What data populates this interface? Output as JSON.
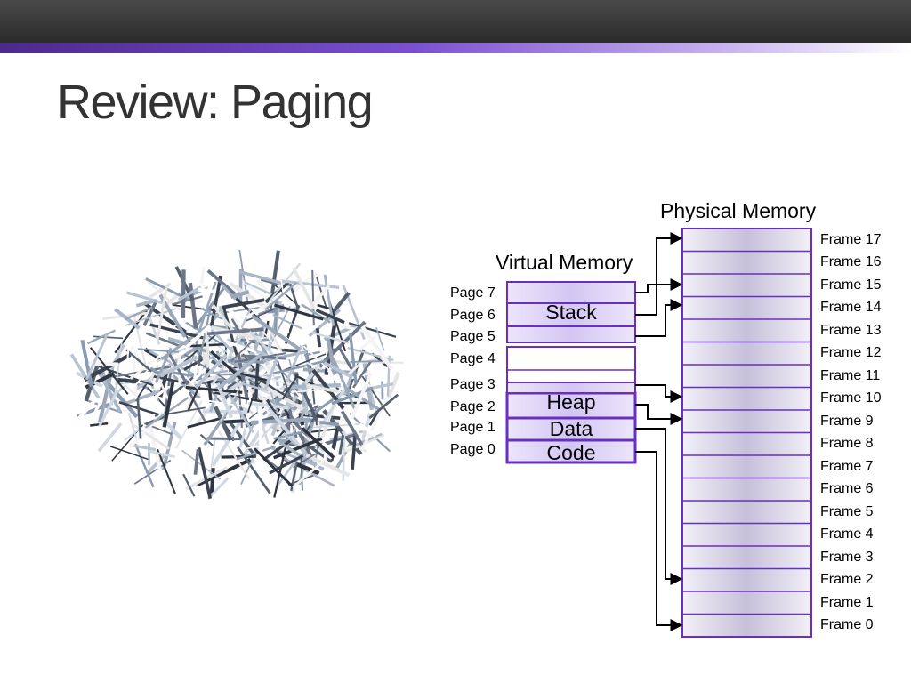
{
  "slide": {
    "title": "Review: Paging"
  },
  "virtual_memory": {
    "heading": "Virtual Memory",
    "pages": [
      "Page 0",
      "Page 1",
      "Page 2",
      "Page 3",
      "Page 4",
      "Page 5",
      "Page 6",
      "Page 7"
    ],
    "segments": {
      "stack": "Stack",
      "heap": "Heap",
      "data": "Data",
      "code": "Code"
    }
  },
  "physical_memory": {
    "heading": "Physical Memory",
    "frames": [
      "Frame 0",
      "Frame 1",
      "Frame 2",
      "Frame 3",
      "Frame 4",
      "Frame 5",
      "Frame 6",
      "Frame 7",
      "Frame 8",
      "Frame 9",
      "Frame 10",
      "Frame 11",
      "Frame 12",
      "Frame 13",
      "Frame 14",
      "Frame 15",
      "Frame 16",
      "Frame 17"
    ]
  },
  "colors": {
    "accent": "#6a3fc4",
    "box_border": "#6a2fc0",
    "box_fill": "#d9cdf4",
    "frame_fill": "#c9c3dd"
  }
}
